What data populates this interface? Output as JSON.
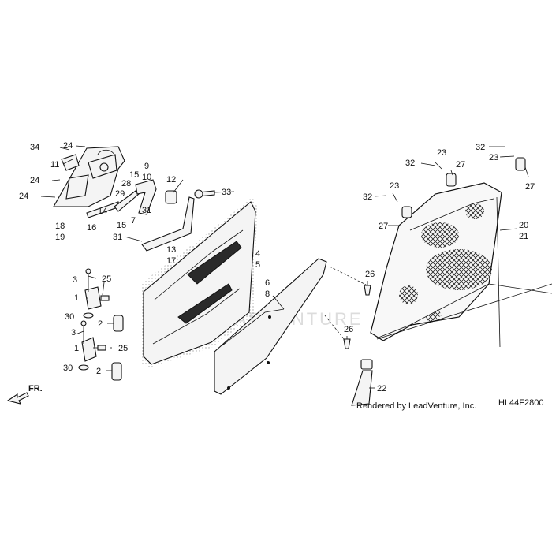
{
  "diagram_code": "HL44F2800",
  "credit": "Rendered by LeadVenture, Inc.",
  "watermark": "LEADVENTURE",
  "direction_label": "FR.",
  "callouts": {
    "c34": "34",
    "c24a": "24",
    "c11": "11",
    "c24b": "24",
    "c24c": "24",
    "c18": "18",
    "c19": "19",
    "c16": "16",
    "c28": "28",
    "c29": "29",
    "c14": "14",
    "c15a": "15",
    "c15b": "15",
    "c9": "9",
    "c10": "10",
    "c7": "7",
    "c12": "12",
    "c31a": "31",
    "c31b": "31",
    "c33": "33",
    "c13": "13",
    "c17": "17",
    "c4": "4",
    "c5": "5",
    "c3a": "3",
    "c25a": "25",
    "c1a": "1",
    "c30a": "30",
    "c2a": "2",
    "c3b": "3",
    "c1b": "1",
    "c25b": "25",
    "c30b": "30",
    "c2b": "2",
    "c6": "6",
    "c8": "8",
    "c26a": "26",
    "c26b": "26",
    "c32a": "32",
    "c23a": "23",
    "c27a": "27",
    "c32b": "32",
    "c23b": "23",
    "c27b": "27",
    "c32c": "32",
    "c23c": "23",
    "c27c": "27",
    "c20": "20",
    "c21": "21",
    "c22": "22"
  }
}
